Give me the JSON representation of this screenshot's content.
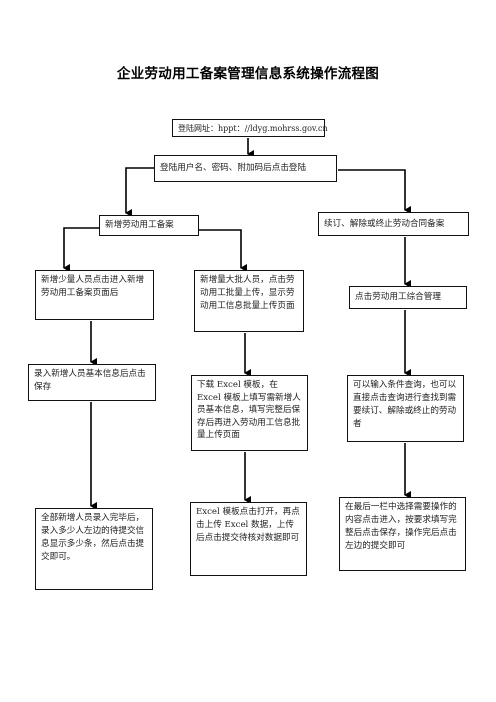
{
  "title": "企业劳动用工备案管理信息系统操作流程图",
  "nodes": {
    "url": "登陆网址：hppt：//ldyg.mohrss.gov.cn",
    "login": "登陆用户名、密码、附加码后点击登陆",
    "new_filing": "新增劳动用工备案",
    "renew": "续订、解除或终止劳动合同备案",
    "small_batch": "新增少量人员点击进入新增劳动用工备案页面后",
    "bulk": "新增量大批人员，点击劳动用工批量上传，显示劳动用工信息批量上传页面",
    "mgmt": "点击劳动用工综合管理",
    "entry": "录入新增人员基本信息后点击保存",
    "excel_download": "下载 Excel 模板，在 Excel 模板上填写需新增人员基本信息，填写完整后保存后再进入劳动用工信息批量上传页面",
    "query": "可以输入条件查询，也可以直接点击查询进行查找到需要续订、解除或终止的劳动者",
    "submit_all": "全部新增人员录入完毕后，录入多少人左边的待提交信息显示多少条，然后点击提交即可。",
    "excel_upload": "Excel  模板点击打开，再点击上传 Excel 数据，上传后点击提交待核对数据即可",
    "final_select": "在最后一栏中选择需要操作的内容点击进入，按要求填写完整后点击保存，操作完后点击左边的提交即可"
  }
}
